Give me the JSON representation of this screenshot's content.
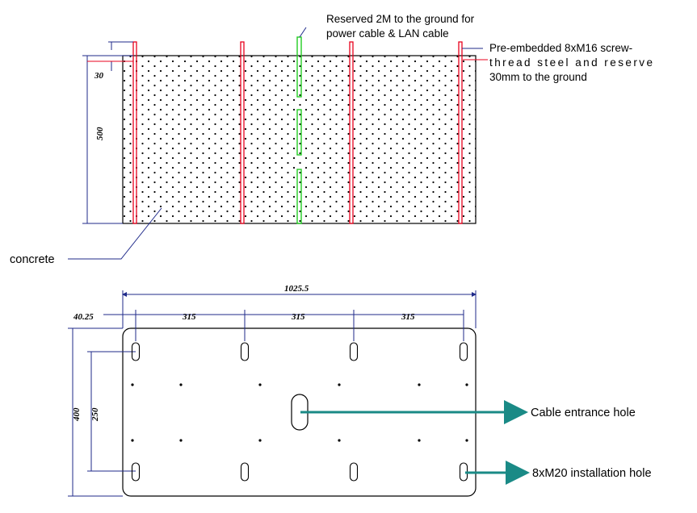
{
  "side_view": {
    "label_ground_cable_1": "Reserved 2M to the ground for",
    "label_ground_cable_2": "power cable & LAN cable",
    "label_bolts_1": "Pre-embedded 8xM16 screw-",
    "label_bolts_2": "thread  steel  and  reserve",
    "label_bolts_3": "30mm to the ground",
    "label_concrete": "concrete",
    "dim_top": "30",
    "dim_height": "500"
  },
  "top_view": {
    "dim_total": "1025.5",
    "dim_edge": "40.25",
    "dim_spacing_1": "315",
    "dim_spacing_2": "315",
    "dim_spacing_3": "315",
    "dim_height": "400",
    "dim_inner": "250",
    "label_cable_hole": "Cable entrance hole",
    "label_install_hole": "8xM20 installation hole"
  },
  "colors": {
    "line": "#000000",
    "steel": "#e8001c",
    "cable": "#22cc22",
    "dimension": "#1f2a8a",
    "arrow": "#1a8a86"
  }
}
